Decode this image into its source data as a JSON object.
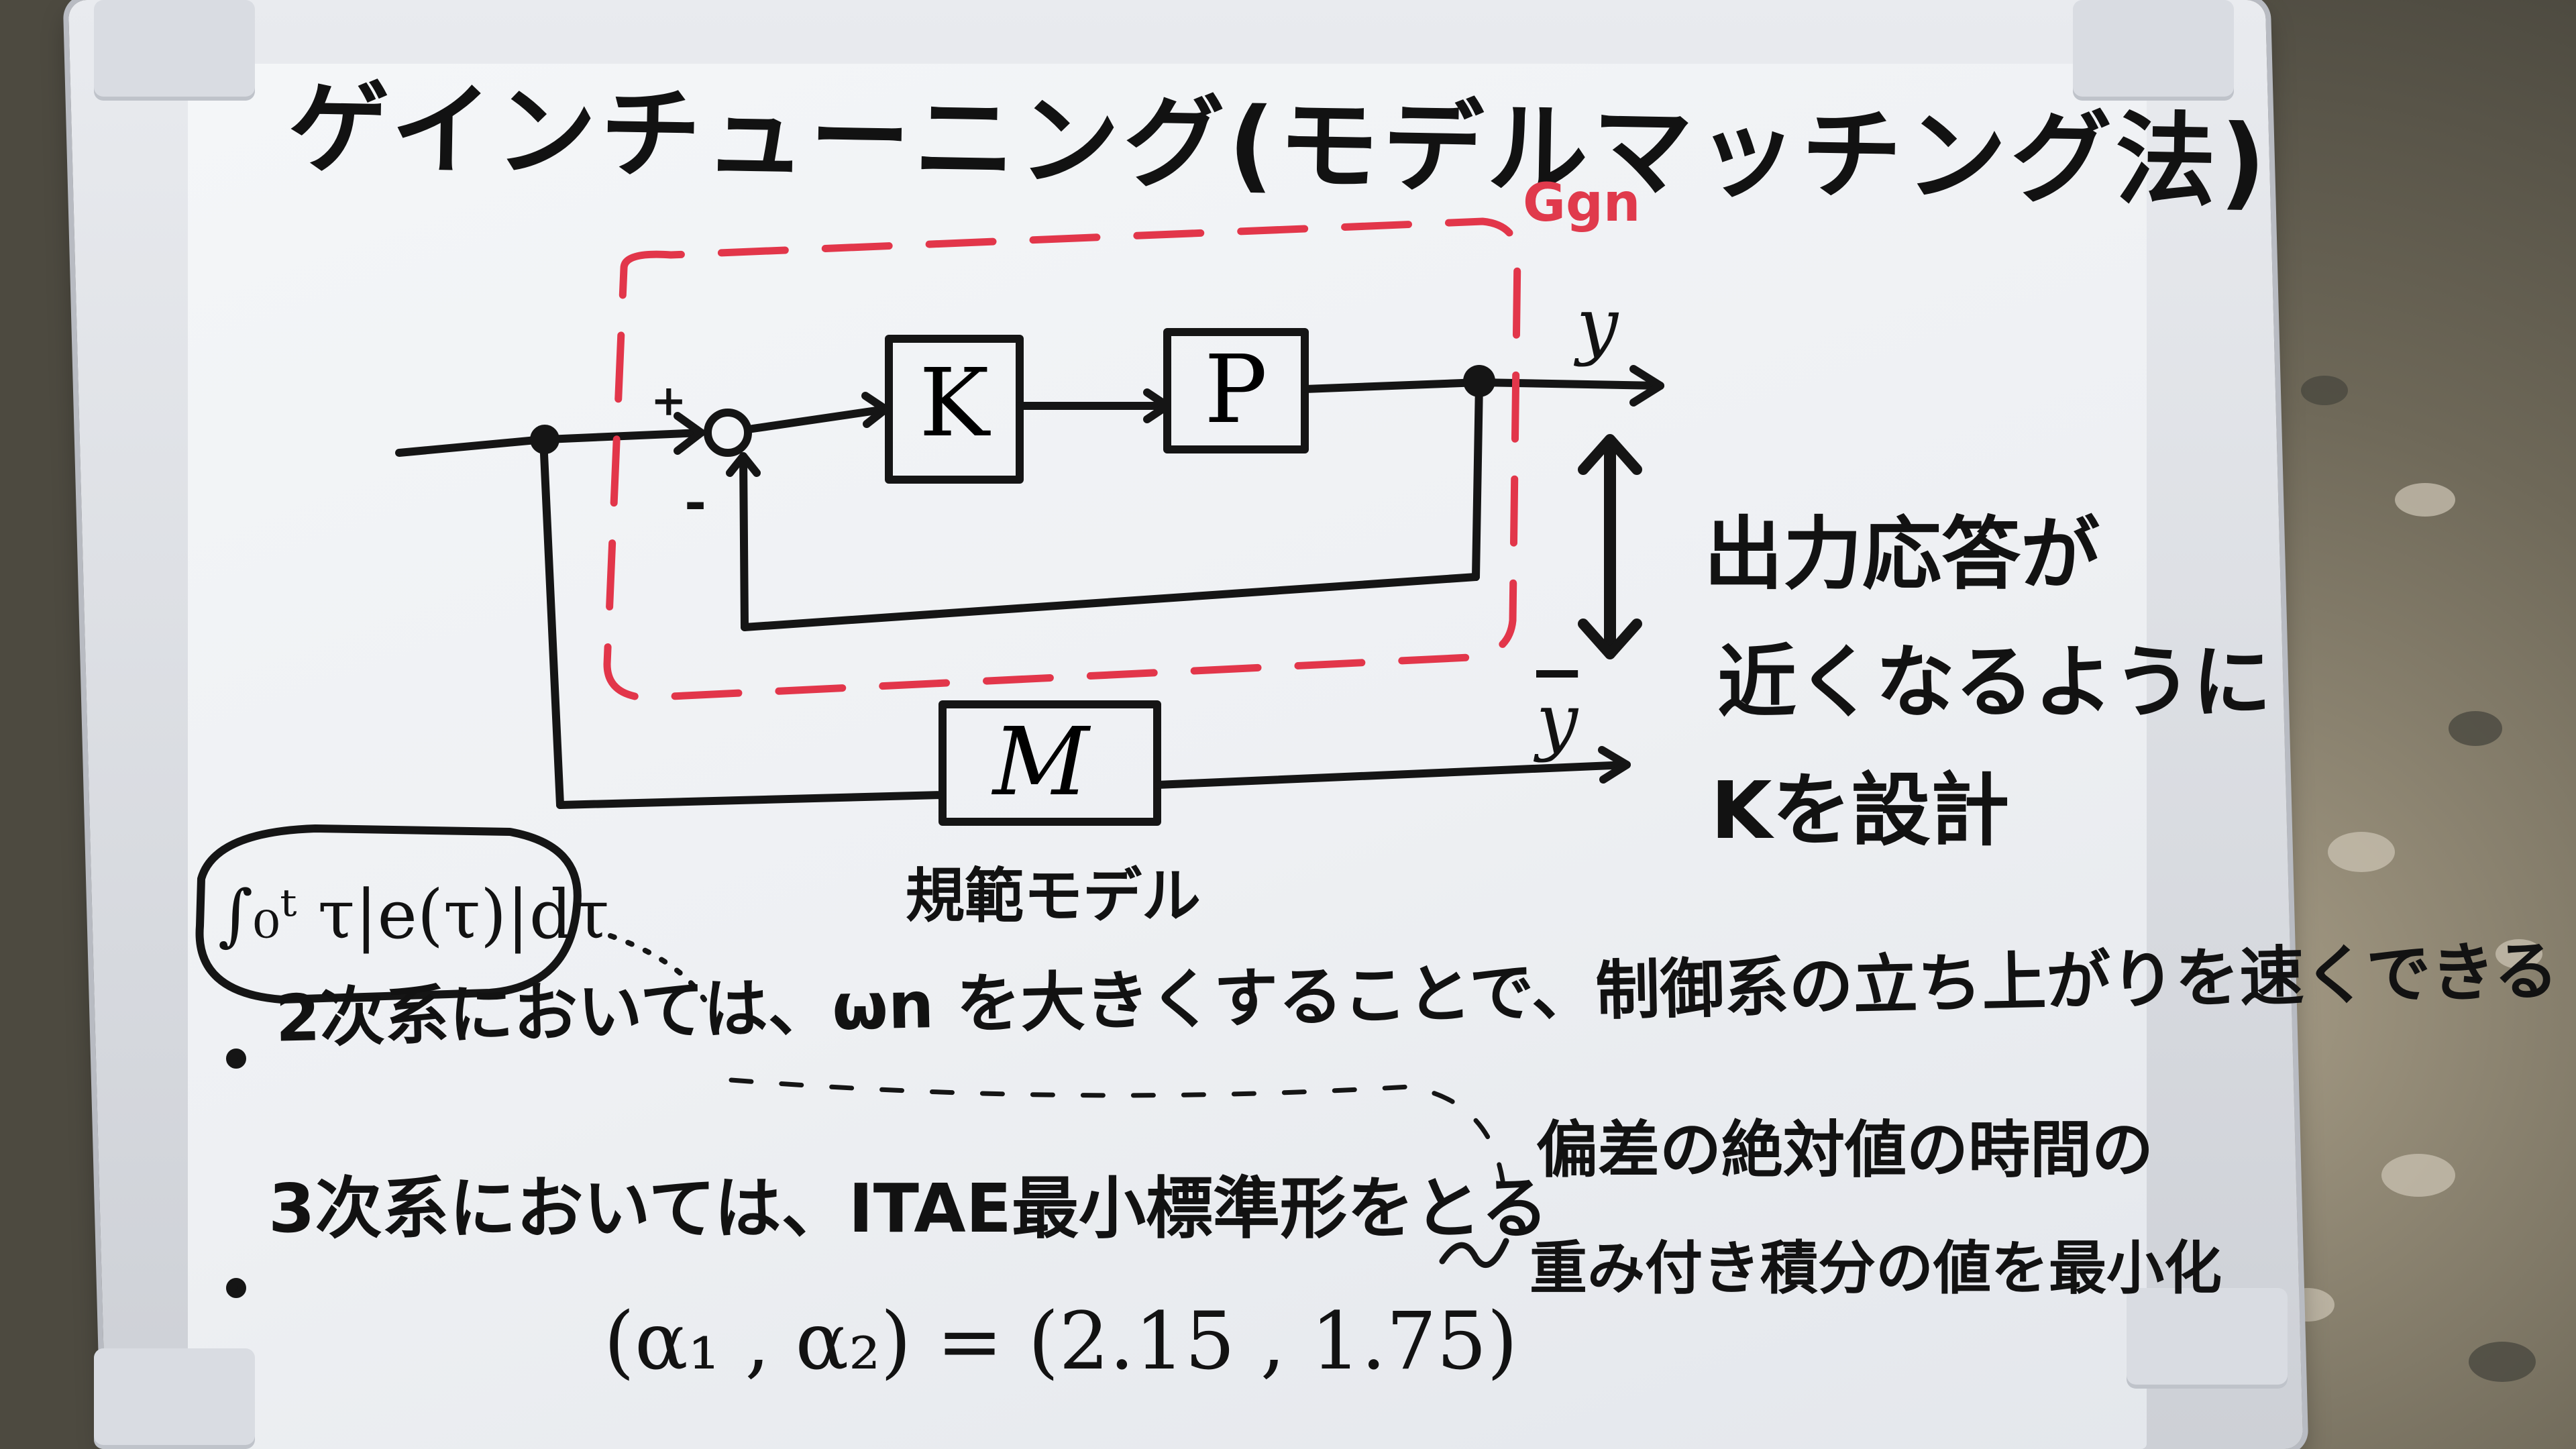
{
  "title": "ゲインチューニング(モデルマッチング法)",
  "diagram": {
    "blocks": {
      "controller": "K",
      "plant": "P",
      "model": "M"
    },
    "signs": {
      "plus": "+",
      "minus": "-"
    },
    "outputs": {
      "y": "y",
      "y_bar": "y"
    },
    "loop_label": "Ggn",
    "model_caption": "規範モデル"
  },
  "right_note": [
    "出力応答が",
    "近くなるように",
    "Kを設計"
  ],
  "criterion": {
    "integral": "∫₀ᵗ τ|e(τ)|dτ",
    "annotation": [
      "偏差の絶対値の時間の",
      "重み付き積分の値を最小化"
    ]
  },
  "bullets": [
    "2次系においては、ωn を大きくすることで、制御系の立ち上がりを速くできる",
    "3次系においては、ITAE最小標準形をとる"
  ],
  "formula": "(α₁ , α₂) = (2.15 , 1.75)"
}
